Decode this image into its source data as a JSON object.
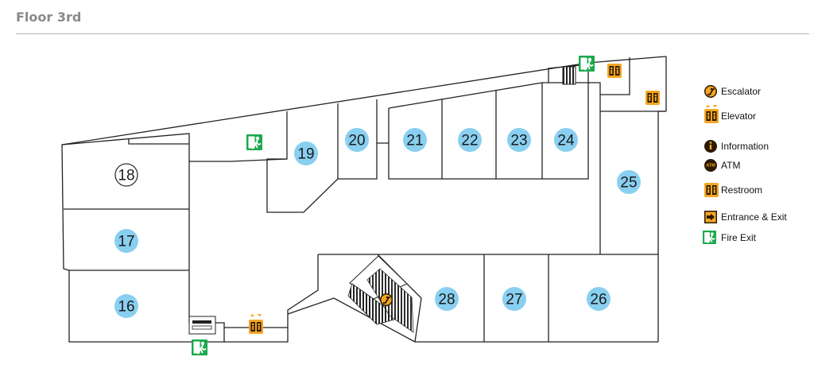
{
  "page": {
    "floor_title": "Floor 3rd"
  },
  "units": {
    "u16": "16",
    "u17": "17",
    "u18": "18",
    "u19": "19",
    "u20": "20",
    "u21": "21",
    "u22": "22",
    "u23": "23",
    "u24": "24",
    "u25": "25",
    "u26": "26",
    "u27": "27",
    "u28": "28"
  },
  "legend": {
    "escalator": "Escalator",
    "elevator": "Elevator",
    "information": "Information",
    "atm": "ATM",
    "atm_badge": "ATM",
    "restroom": "Restroom",
    "entrance_exit": "Entrance & Exit",
    "fire_exit": "Fire Exit"
  },
  "colors": {
    "unit_fill": "#89cff0",
    "icon_orange": "#f5a623",
    "fire_exit_green": "#1ba94c",
    "wall": "#222222"
  }
}
